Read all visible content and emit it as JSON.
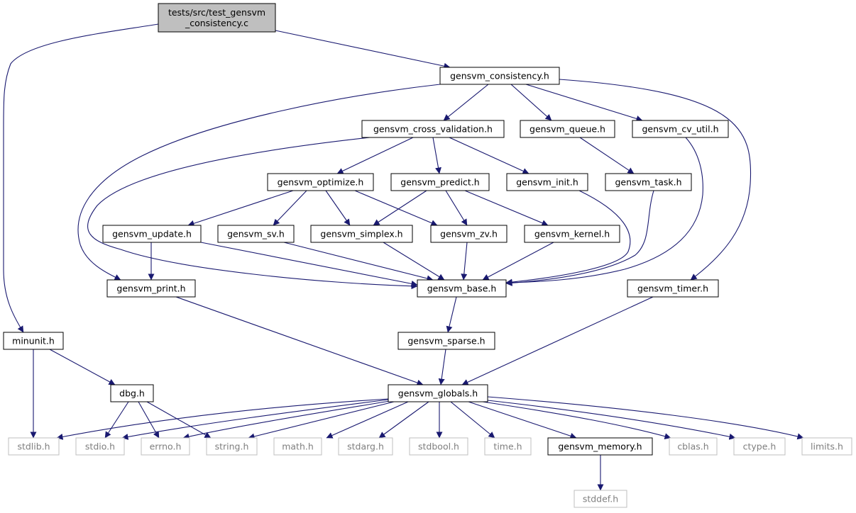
{
  "diagram": {
    "title": "",
    "colors": {
      "edge": "#191970",
      "node_border": "#000000",
      "node_text": "#000000",
      "root_fill": "#bfbfbf",
      "external_border": "#bfbfbf",
      "external_text": "#7f7f7f",
      "node_fill": "#ffffff"
    },
    "nodes": [
      {
        "id": "root",
        "lines": [
          "tests/src/test_gensvm",
          "_consistency.c"
        ],
        "kind": "root"
      },
      {
        "id": "consistency",
        "lines": [
          "gensvm_consistency.h"
        ],
        "kind": "internal"
      },
      {
        "id": "crossval",
        "lines": [
          "gensvm_cross_validation.h"
        ],
        "kind": "internal"
      },
      {
        "id": "queue",
        "lines": [
          "gensvm_queue.h"
        ],
        "kind": "internal"
      },
      {
        "id": "cvutil",
        "lines": [
          "gensvm_cv_util.h"
        ],
        "kind": "internal"
      },
      {
        "id": "optimize",
        "lines": [
          "gensvm_optimize.h"
        ],
        "kind": "internal"
      },
      {
        "id": "predict",
        "lines": [
          "gensvm_predict.h"
        ],
        "kind": "internal"
      },
      {
        "id": "init",
        "lines": [
          "gensvm_init.h"
        ],
        "kind": "internal"
      },
      {
        "id": "task",
        "lines": [
          "gensvm_task.h"
        ],
        "kind": "internal"
      },
      {
        "id": "update",
        "lines": [
          "gensvm_update.h"
        ],
        "kind": "internal"
      },
      {
        "id": "sv",
        "lines": [
          "gensvm_sv.h"
        ],
        "kind": "internal"
      },
      {
        "id": "simplex",
        "lines": [
          "gensvm_simplex.h"
        ],
        "kind": "internal"
      },
      {
        "id": "zv",
        "lines": [
          "gensvm_zv.h"
        ],
        "kind": "internal"
      },
      {
        "id": "kernel",
        "lines": [
          "gensvm_kernel.h"
        ],
        "kind": "internal"
      },
      {
        "id": "print",
        "lines": [
          "gensvm_print.h"
        ],
        "kind": "internal"
      },
      {
        "id": "base",
        "lines": [
          "gensvm_base.h"
        ],
        "kind": "internal"
      },
      {
        "id": "timer",
        "lines": [
          "gensvm_timer.h"
        ],
        "kind": "internal"
      },
      {
        "id": "minunit",
        "lines": [
          "minunit.h"
        ],
        "kind": "internal"
      },
      {
        "id": "sparse",
        "lines": [
          "gensvm_sparse.h"
        ],
        "kind": "internal"
      },
      {
        "id": "dbg",
        "lines": [
          "dbg.h"
        ],
        "kind": "internal"
      },
      {
        "id": "globals",
        "lines": [
          "gensvm_globals.h"
        ],
        "kind": "internal"
      },
      {
        "id": "stdlib",
        "lines": [
          "stdlib.h"
        ],
        "kind": "external"
      },
      {
        "id": "stdio",
        "lines": [
          "stdio.h"
        ],
        "kind": "external"
      },
      {
        "id": "errno",
        "lines": [
          "errno.h"
        ],
        "kind": "external"
      },
      {
        "id": "string",
        "lines": [
          "string.h"
        ],
        "kind": "external"
      },
      {
        "id": "math",
        "lines": [
          "math.h"
        ],
        "kind": "external"
      },
      {
        "id": "stdarg",
        "lines": [
          "stdarg.h"
        ],
        "kind": "external"
      },
      {
        "id": "stdbool",
        "lines": [
          "stdbool.h"
        ],
        "kind": "external"
      },
      {
        "id": "time",
        "lines": [
          "time.h"
        ],
        "kind": "external"
      },
      {
        "id": "memory",
        "lines": [
          "gensvm_memory.h"
        ],
        "kind": "internal"
      },
      {
        "id": "cblas",
        "lines": [
          "cblas.h"
        ],
        "kind": "external"
      },
      {
        "id": "ctype",
        "lines": [
          "ctype.h"
        ],
        "kind": "external"
      },
      {
        "id": "limits",
        "lines": [
          "limits.h"
        ],
        "kind": "external"
      },
      {
        "id": "stddef",
        "lines": [
          "stddef.h"
        ],
        "kind": "external"
      }
    ],
    "edges": [
      {
        "from": "root",
        "to": "consistency"
      },
      {
        "from": "root",
        "to": "minunit"
      },
      {
        "from": "consistency",
        "to": "crossval"
      },
      {
        "from": "consistency",
        "to": "queue"
      },
      {
        "from": "consistency",
        "to": "cvutil"
      },
      {
        "from": "consistency",
        "to": "print"
      },
      {
        "from": "consistency",
        "to": "timer"
      },
      {
        "from": "crossval",
        "to": "optimize"
      },
      {
        "from": "crossval",
        "to": "predict"
      },
      {
        "from": "crossval",
        "to": "init"
      },
      {
        "from": "crossval",
        "to": "base"
      },
      {
        "from": "queue",
        "to": "task"
      },
      {
        "from": "cvutil",
        "to": "base"
      },
      {
        "from": "optimize",
        "to": "update"
      },
      {
        "from": "optimize",
        "to": "sv"
      },
      {
        "from": "optimize",
        "to": "simplex"
      },
      {
        "from": "optimize",
        "to": "zv"
      },
      {
        "from": "predict",
        "to": "simplex"
      },
      {
        "from": "predict",
        "to": "zv"
      },
      {
        "from": "predict",
        "to": "kernel"
      },
      {
        "from": "init",
        "to": "base"
      },
      {
        "from": "task",
        "to": "base"
      },
      {
        "from": "update",
        "to": "print"
      },
      {
        "from": "update",
        "to": "base"
      },
      {
        "from": "sv",
        "to": "base"
      },
      {
        "from": "simplex",
        "to": "base"
      },
      {
        "from": "zv",
        "to": "base"
      },
      {
        "from": "kernel",
        "to": "base"
      },
      {
        "from": "print",
        "to": "globals"
      },
      {
        "from": "base",
        "to": "sparse"
      },
      {
        "from": "timer",
        "to": "globals"
      },
      {
        "from": "sparse",
        "to": "globals"
      },
      {
        "from": "minunit",
        "to": "stdlib"
      },
      {
        "from": "minunit",
        "to": "dbg"
      },
      {
        "from": "dbg",
        "to": "stdio"
      },
      {
        "from": "dbg",
        "to": "errno"
      },
      {
        "from": "dbg",
        "to": "string"
      },
      {
        "from": "globals",
        "to": "stdlib"
      },
      {
        "from": "globals",
        "to": "stdio"
      },
      {
        "from": "globals",
        "to": "errno"
      },
      {
        "from": "globals",
        "to": "string"
      },
      {
        "from": "globals",
        "to": "math"
      },
      {
        "from": "globals",
        "to": "stdarg"
      },
      {
        "from": "globals",
        "to": "stdbool"
      },
      {
        "from": "globals",
        "to": "time"
      },
      {
        "from": "globals",
        "to": "memory"
      },
      {
        "from": "globals",
        "to": "cblas"
      },
      {
        "from": "globals",
        "to": "ctype"
      },
      {
        "from": "globals",
        "to": "limits"
      },
      {
        "from": "memory",
        "to": "stddef"
      }
    ]
  }
}
